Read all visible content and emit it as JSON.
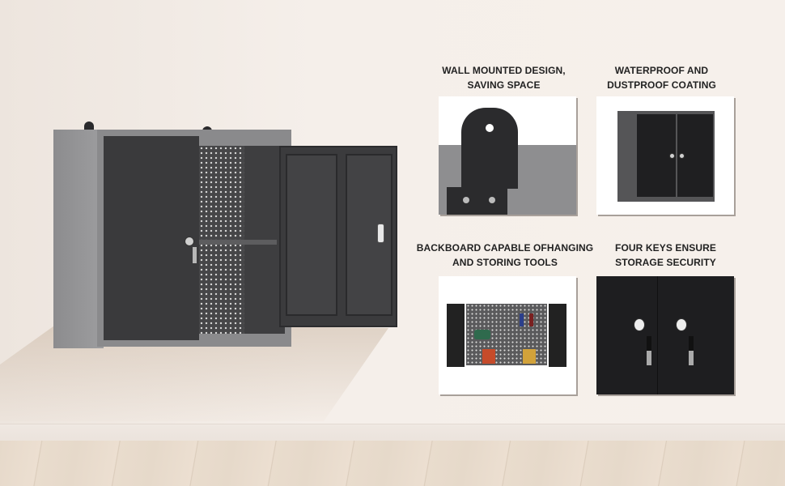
{
  "scene": {
    "description": "Wall mounted metal tool cabinet product image",
    "colors": {
      "wall": "#f3ece6",
      "cabinet_body": "#8a8a8c",
      "cabinet_door": "#3a3a3c",
      "text": "#222222"
    }
  },
  "features": [
    {
      "title_line1": "WALL MOUNTED DESIGN,",
      "title_line2": "SAVING SPACE",
      "image": "mounting-bracket-closeup"
    },
    {
      "title_line1": "WATERPROOF AND",
      "title_line2": "DUSTPROOF COATING",
      "image": "closed-cabinet"
    },
    {
      "title_line1": "BACKBOARD CAPABLE OFHANGING",
      "title_line2": "AND STORING TOOLS",
      "image": "open-cabinet-with-tools"
    },
    {
      "title_line1": "FOUR KEYS ENSURE",
      "title_line2": "STORAGE SECURITY",
      "image": "door-locks-with-keys"
    }
  ]
}
